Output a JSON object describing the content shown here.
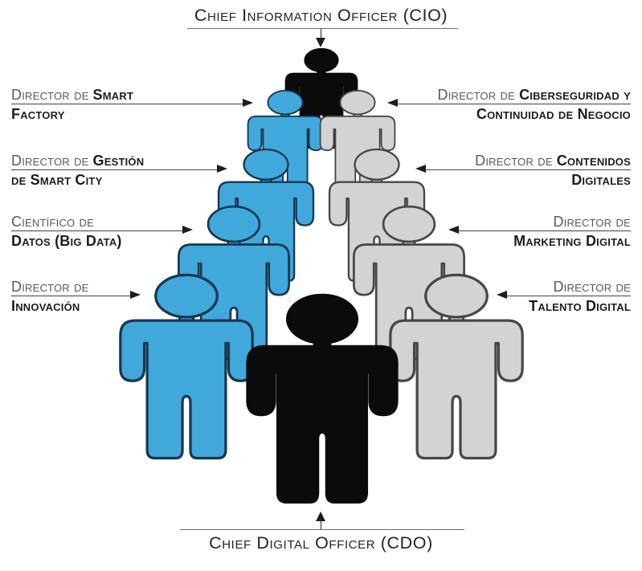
{
  "title_top": {
    "text": "Chief Information Officer (CIO)"
  },
  "title_bottom": {
    "text": "Chief Digital Officer (CDO)"
  },
  "left_labels": [
    {
      "prefix": "Director de",
      "bold": "Smart",
      "line2": "Factory"
    },
    {
      "prefix": "Director de",
      "bold": "Gestión",
      "line2": "de Smart City"
    },
    {
      "prefix": "Científico de",
      "bold": "",
      "line2": "Datos (Big Data)"
    },
    {
      "prefix": "Director de",
      "bold": "",
      "line2": "Innovación"
    }
  ],
  "right_labels": [
    {
      "prefix": "Director de",
      "bold": "Ciberseguridad y",
      "line2": "Continuidad de Negocio"
    },
    {
      "prefix": "Director de",
      "bold": "Contenidos",
      "line2": "Digitales"
    },
    {
      "prefix": "Director de",
      "bold": "",
      "line2": "Marketing Digital"
    },
    {
      "prefix": "Director de",
      "bold": "",
      "line2": "Talento Digital"
    }
  ],
  "figures": {
    "colors": {
      "blue": "#41A8DC",
      "blue_outline": "#17384F",
      "gray": "#D3D3D3",
      "gray_outline": "#474747",
      "black": "#0B0B0B"
    }
  }
}
